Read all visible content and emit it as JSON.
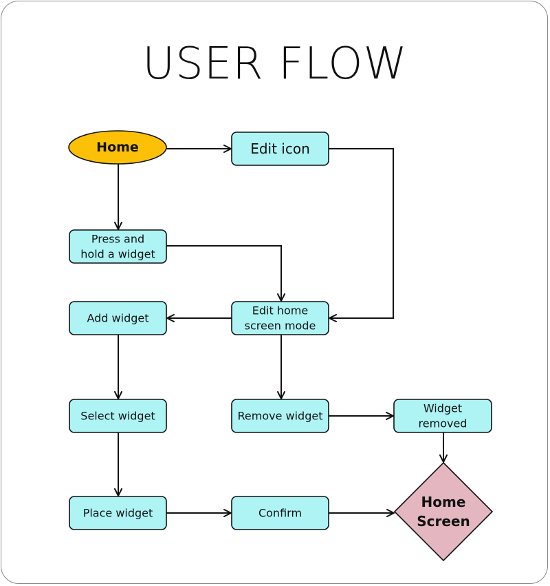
{
  "title": "USER FLOW",
  "colors": {
    "process_fill": "#aef4f4",
    "start_fill": "#fcc107",
    "end_fill": "#e4b7c0",
    "stroke": "#111111"
  },
  "nodes": {
    "home": {
      "lines": [
        "Home"
      ]
    },
    "edit_icon": {
      "lines": [
        "Edit icon"
      ]
    },
    "press_hold": {
      "lines": [
        "Press and",
        "hold a widget"
      ]
    },
    "edit_mode": {
      "lines": [
        "Edit home",
        "screen mode"
      ]
    },
    "add_widget": {
      "lines": [
        "Add widget"
      ]
    },
    "select_widget": {
      "lines": [
        "Select widget"
      ]
    },
    "remove_widget": {
      "lines": [
        "Remove widget"
      ]
    },
    "widget_removed": {
      "lines": [
        "Widget",
        "removed"
      ]
    },
    "place_widget": {
      "lines": [
        "Place widget"
      ]
    },
    "confirm": {
      "lines": [
        "Confirm"
      ]
    },
    "home_screen": {
      "lines": [
        "Home",
        "Screen"
      ]
    }
  },
  "edges": [
    {
      "from": "home",
      "to": "edit_icon"
    },
    {
      "from": "home",
      "to": "press_hold"
    },
    {
      "from": "edit_icon",
      "to": "edit_mode"
    },
    {
      "from": "press_hold",
      "to": "edit_mode"
    },
    {
      "from": "edit_mode",
      "to": "add_widget"
    },
    {
      "from": "edit_mode",
      "to": "remove_widget"
    },
    {
      "from": "add_widget",
      "to": "select_widget"
    },
    {
      "from": "select_widget",
      "to": "place_widget"
    },
    {
      "from": "place_widget",
      "to": "confirm"
    },
    {
      "from": "confirm",
      "to": "home_screen"
    },
    {
      "from": "remove_widget",
      "to": "widget_removed"
    },
    {
      "from": "widget_removed",
      "to": "home_screen"
    }
  ]
}
